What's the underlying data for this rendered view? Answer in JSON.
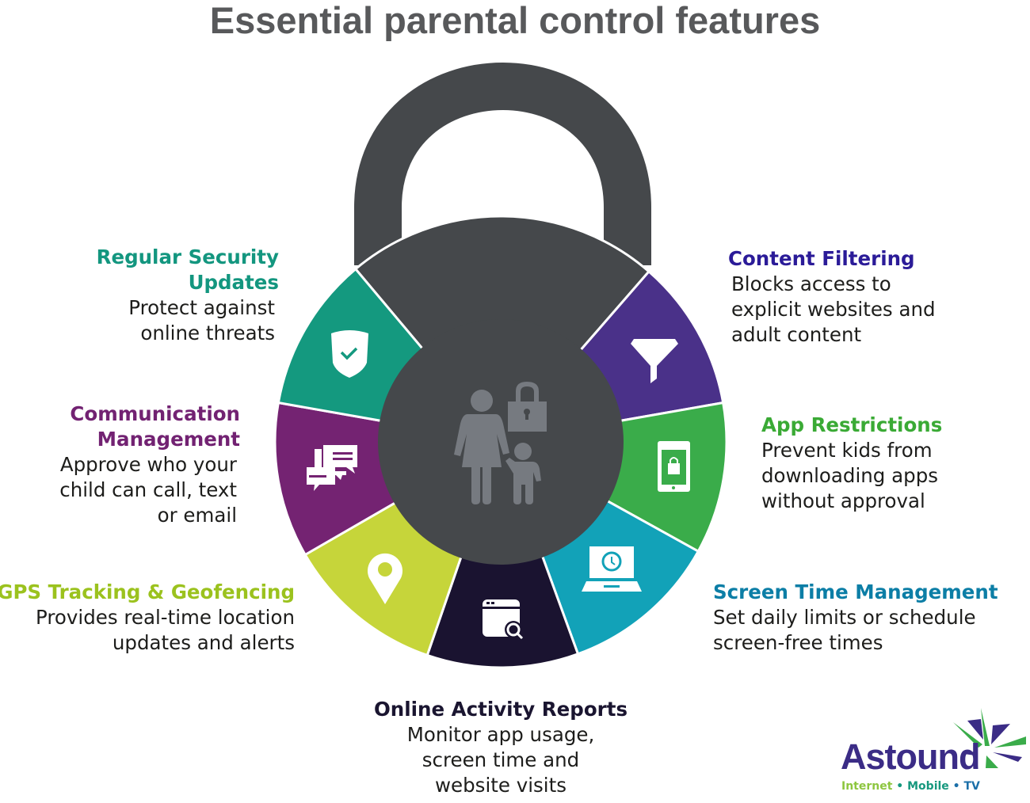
{
  "title": "Essential parental control features",
  "center_icon": "parent-child-lock-icon",
  "features": [
    {
      "id": "content-filtering",
      "title": "Content Filtering",
      "desc": [
        "Blocks access to",
        "explicit websites and",
        "adult content"
      ],
      "color": "#4a3189",
      "text_color": "#2b1b98",
      "icon": "funnel-icon"
    },
    {
      "id": "app-restrictions",
      "title": "App Restrictions",
      "desc": [
        "Prevent kids from",
        "downloading apps",
        "without approval"
      ],
      "color": "#3aac4a",
      "text_color": "#3aaa35",
      "icon": "phone-lock-icon"
    },
    {
      "id": "screen-time",
      "title": "Screen Time Management",
      "desc": [
        "Set daily limits or schedule",
        "screen-free times"
      ],
      "color": "#12a2b8",
      "text_color": "#0c7ea6",
      "icon": "laptop-clock-icon"
    },
    {
      "id": "activity-reports",
      "title": "Online Activity Reports",
      "desc": [
        "Monitor app usage,",
        "screen time and",
        "website visits"
      ],
      "color": "#1a1330",
      "text_color": "#1a1530",
      "icon": "browser-search-icon"
    },
    {
      "id": "gps",
      "title": "GPS Tracking & Geofencing",
      "desc": [
        "Provides real-time location",
        "updates and alerts"
      ],
      "color": "#c6d53a",
      "text_color": "#9bc21e",
      "icon": "location-pin-icon"
    },
    {
      "id": "communication",
      "title": "Communication Management",
      "title_lines": [
        "Communication",
        "Management"
      ],
      "desc": [
        "Approve who your",
        "child can call, text",
        "or email"
      ],
      "color": "#742372",
      "text_color": "#722272",
      "icon": "chat-bubbles-icon"
    },
    {
      "id": "security-updates",
      "title": "Regular Security Updates",
      "title_lines": [
        "Regular Security",
        "Updates"
      ],
      "desc": [
        "Protect against",
        "online threats"
      ],
      "color": "#14997f",
      "text_color": "#13967f",
      "icon": "shield-check-icon"
    }
  ],
  "lock_color": "#45484b",
  "logo": {
    "name": "Astound",
    "tagline": [
      "Internet",
      "Mobile",
      "TV"
    ],
    "tag_colors": [
      "#8dc63f",
      "#16987e",
      "#1b6fa8"
    ]
  }
}
